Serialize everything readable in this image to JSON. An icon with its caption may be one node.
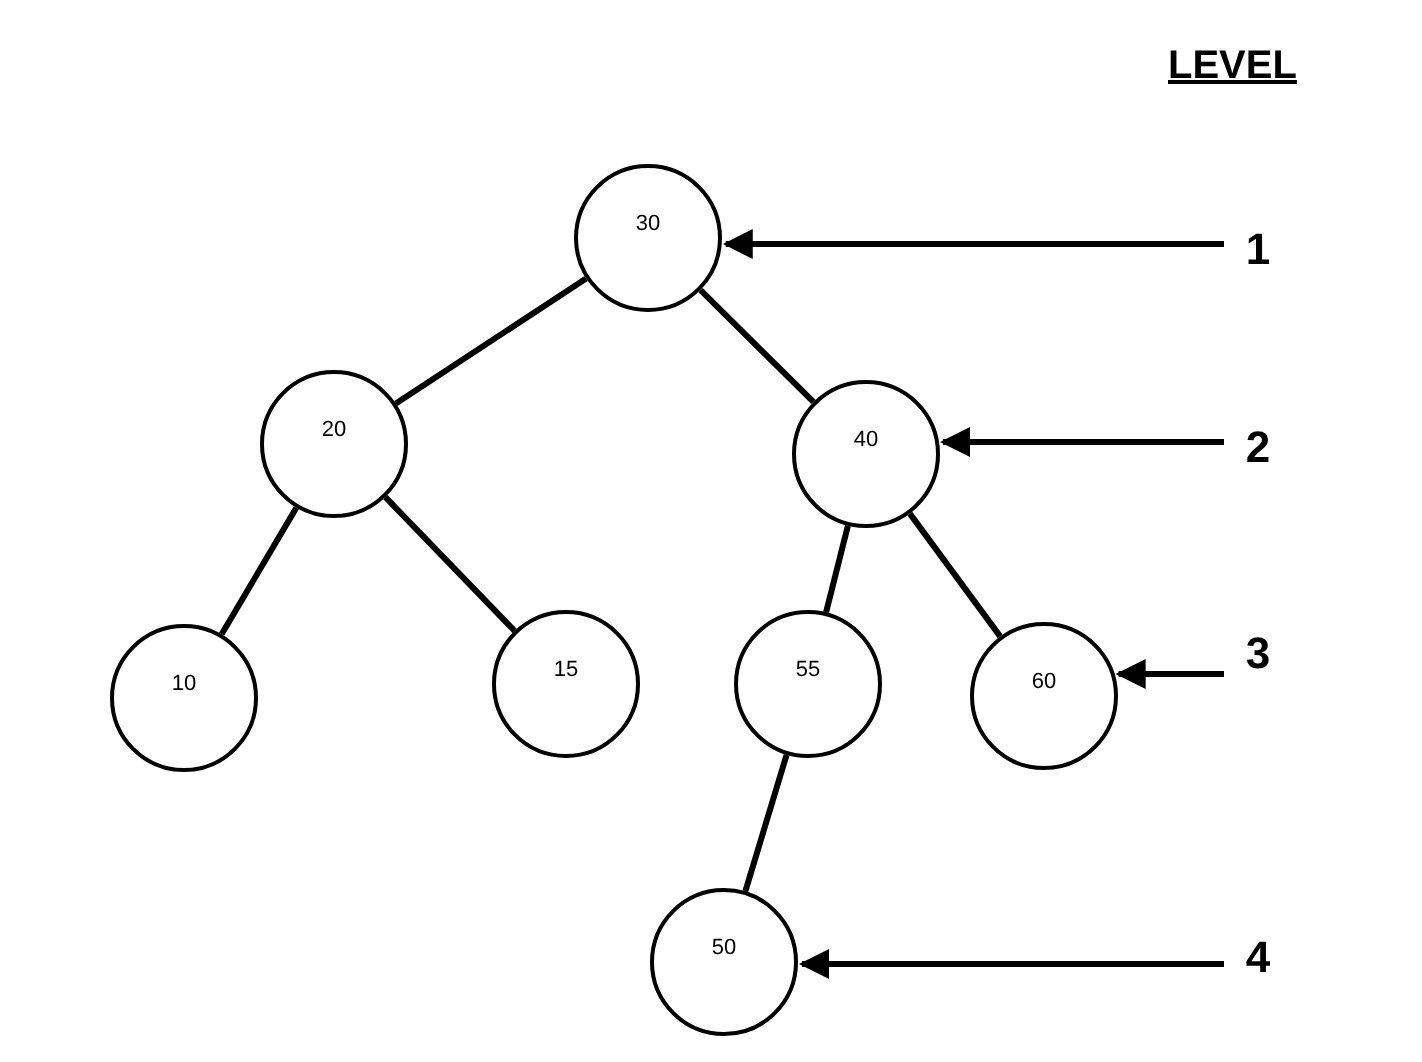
{
  "diagram": {
    "nodes": [
      {
        "text": [
          "30"
        ]
      },
      {
        "text": [
          "20"
        ]
      },
      {
        "text": [
          "40"
        ]
      },
      {
        "text": [
          "10"
        ]
      },
      {
        "text": [
          "15"
        ]
      },
      {
        "text": [
          "55"
        ]
      },
      {
        "text": [
          "60"
        ]
      },
      {
        "text": [
          "50"
        ]
      },
      {
        "text": [
          "1"
        ]
      },
      {
        "text": [
          "2"
        ]
      },
      {
        "text": [
          "3"
        ]
      },
      {
        "text": [
          "4"
        ]
      }
    ],
    "edges": [
      {
        "from": 0,
        "to": 1,
        "arrow": "none"
      },
      {
        "from": 0,
        "to": 2,
        "arrow": "none"
      },
      {
        "from": 1,
        "to": 3,
        "arrow": "none"
      },
      {
        "from": 1,
        "to": 4,
        "arrow": "none"
      },
      {
        "from": 2,
        "to": 5,
        "arrow": "none"
      },
      {
        "from": 2,
        "to": 6,
        "arrow": "none"
      },
      {
        "from": 5,
        "to": 7,
        "arrow": "none"
      },
      {
        "from": 8,
        "to": 0,
        "arrow": "to"
      },
      {
        "from": 9,
        "to": 2,
        "arrow": "to"
      },
      {
        "from": 10,
        "to": 6,
        "arrow": "to"
      },
      {
        "from": 11,
        "to": 7,
        "arrow": "to"
      }
    ],
    "labels": [
      "LEVEL"
    ]
  }
}
